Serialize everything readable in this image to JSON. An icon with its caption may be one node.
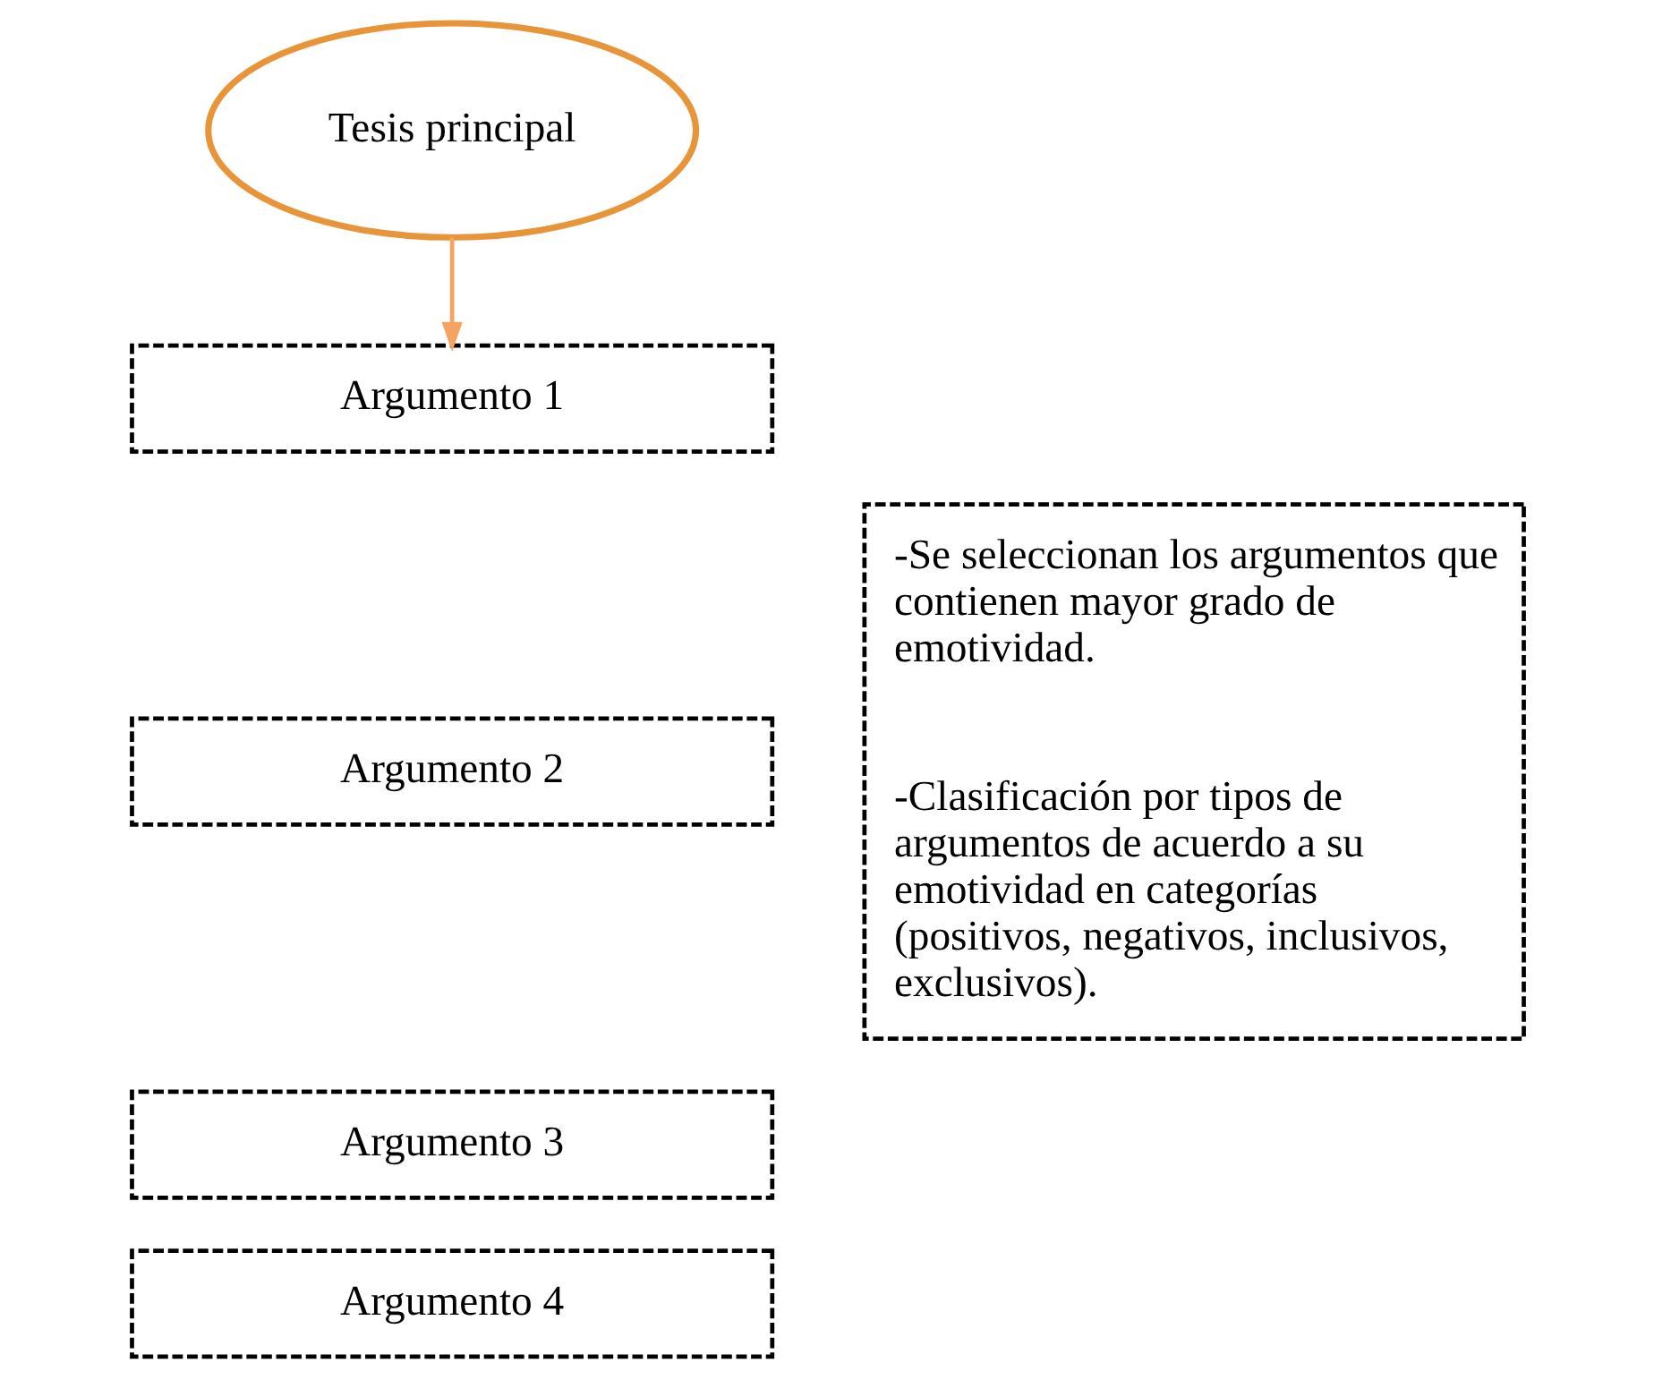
{
  "diagram": {
    "nodes": [
      {
        "text": [
          "Tesis principal"
        ]
      },
      {
        "text": [
          "Argumento 1"
        ]
      },
      {
        "text": [
          "Argumento 2"
        ]
      },
      {
        "text": [
          "Argumento 3"
        ]
      },
      {
        "text": [
          "Argumento 4"
        ]
      },
      {
        "text": [
          "-Se seleccionan los argumentos que contienen mayor grado de emotividad.",
          "-Clasificación por tipos de argumentos de acuerdo a su emotividad en categorías (positivos, negativos, inclusivos, exclusivos)."
        ]
      }
    ],
    "edges": [
      {
        "from": 0,
        "to": 1,
        "arrow": "to",
        "color": "#f4a460"
      }
    ]
  }
}
